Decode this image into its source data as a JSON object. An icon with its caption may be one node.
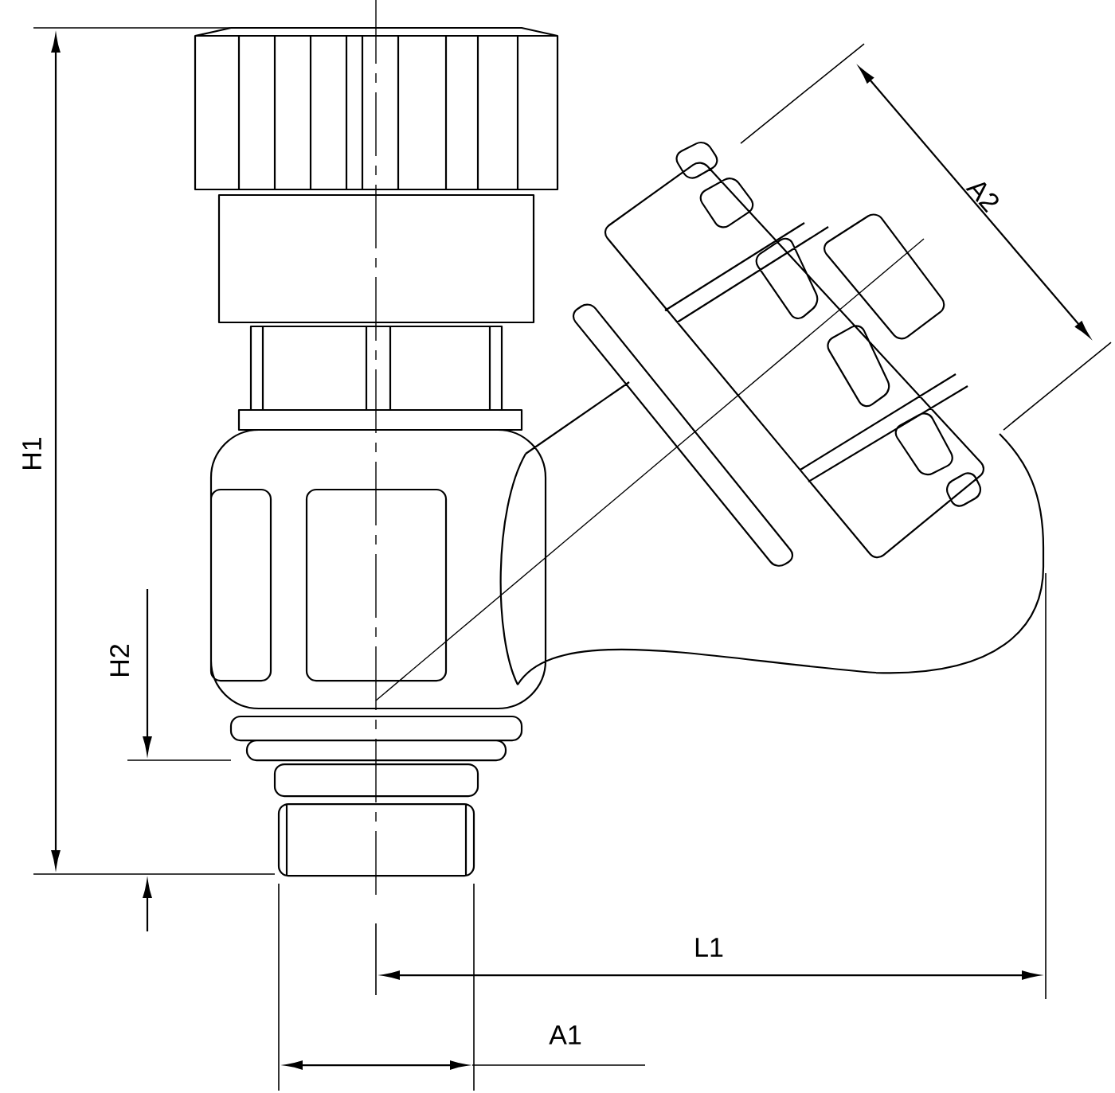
{
  "diagram": {
    "labels": [
      "H1",
      "A2",
      "H2",
      "L1",
      "A1"
    ]
  }
}
